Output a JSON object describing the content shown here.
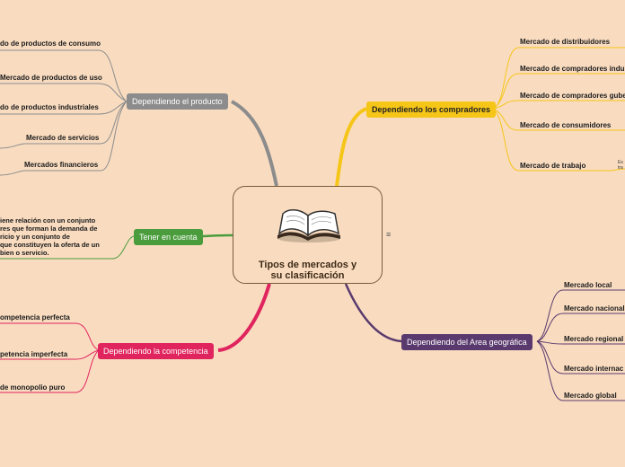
{
  "center": {
    "title_line1": "Tipos de mercados y",
    "title_line2": "su clasificación",
    "icon": "open-book-icon",
    "menu_icon": "≡"
  },
  "branches": {
    "producto": {
      "label": "Dependiendo el producto",
      "color": "#8c8c8c",
      "children": [
        "do de productos de consumo",
        "Mercado de productos de uso",
        "do de productos industriales",
        "Mercado de servicios",
        "Mercados financieros"
      ]
    },
    "tener": {
      "label": "Tener en cuenta",
      "color": "#4a9c3c",
      "note": [
        "iene relación con un conjunto",
        "res que forman la demanda de",
        "ricio y un conjunto de",
        "que constituyen la oferta de un",
        "bien o servicio."
      ]
    },
    "competencia": {
      "label": "Dependiendo  la competencia",
      "color": "#e0245e",
      "children": [
        "ompetencia perfecta",
        "petencia imperfecta",
        "de monopolio puro"
      ]
    },
    "compradores": {
      "label": "Dependiendo los compradores",
      "color": "#f5c518",
      "children": [
        "Mercado de distribuidores",
        "Mercado de compradores indu",
        "Mercado de compradores gube",
        "Mercado de consumidores",
        "Mercado de trabajo"
      ],
      "trabajo_note": [
        "Es",
        "tra"
      ]
    },
    "geografica": {
      "label": "Dependiendo del Area geográfica",
      "color": "#5a3a6e",
      "children": [
        "Mercado local",
        "Mercado nacional",
        "Mercado regional",
        "Mercado internac",
        "Mercado global"
      ]
    }
  }
}
